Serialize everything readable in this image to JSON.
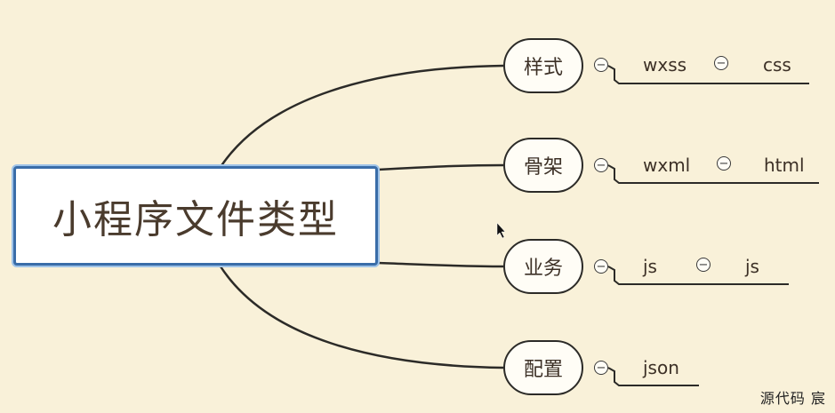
{
  "mindmap": {
    "root": {
      "label": "小程序文件类型"
    },
    "branches": [
      {
        "label": "样式",
        "leaves": [
          "wxss",
          "css"
        ]
      },
      {
        "label": "骨架",
        "leaves": [
          "wxml",
          "html"
        ]
      },
      {
        "label": "业务",
        "leaves": [
          "js",
          "js"
        ]
      },
      {
        "label": "配置",
        "leaves": [
          "json"
        ]
      }
    ]
  },
  "collapse_symbol": "−",
  "watermark": "源代码  宸",
  "colors": {
    "background": "#f9f1d9",
    "root_border": "#3a6da8",
    "line": "#2c2b28"
  }
}
